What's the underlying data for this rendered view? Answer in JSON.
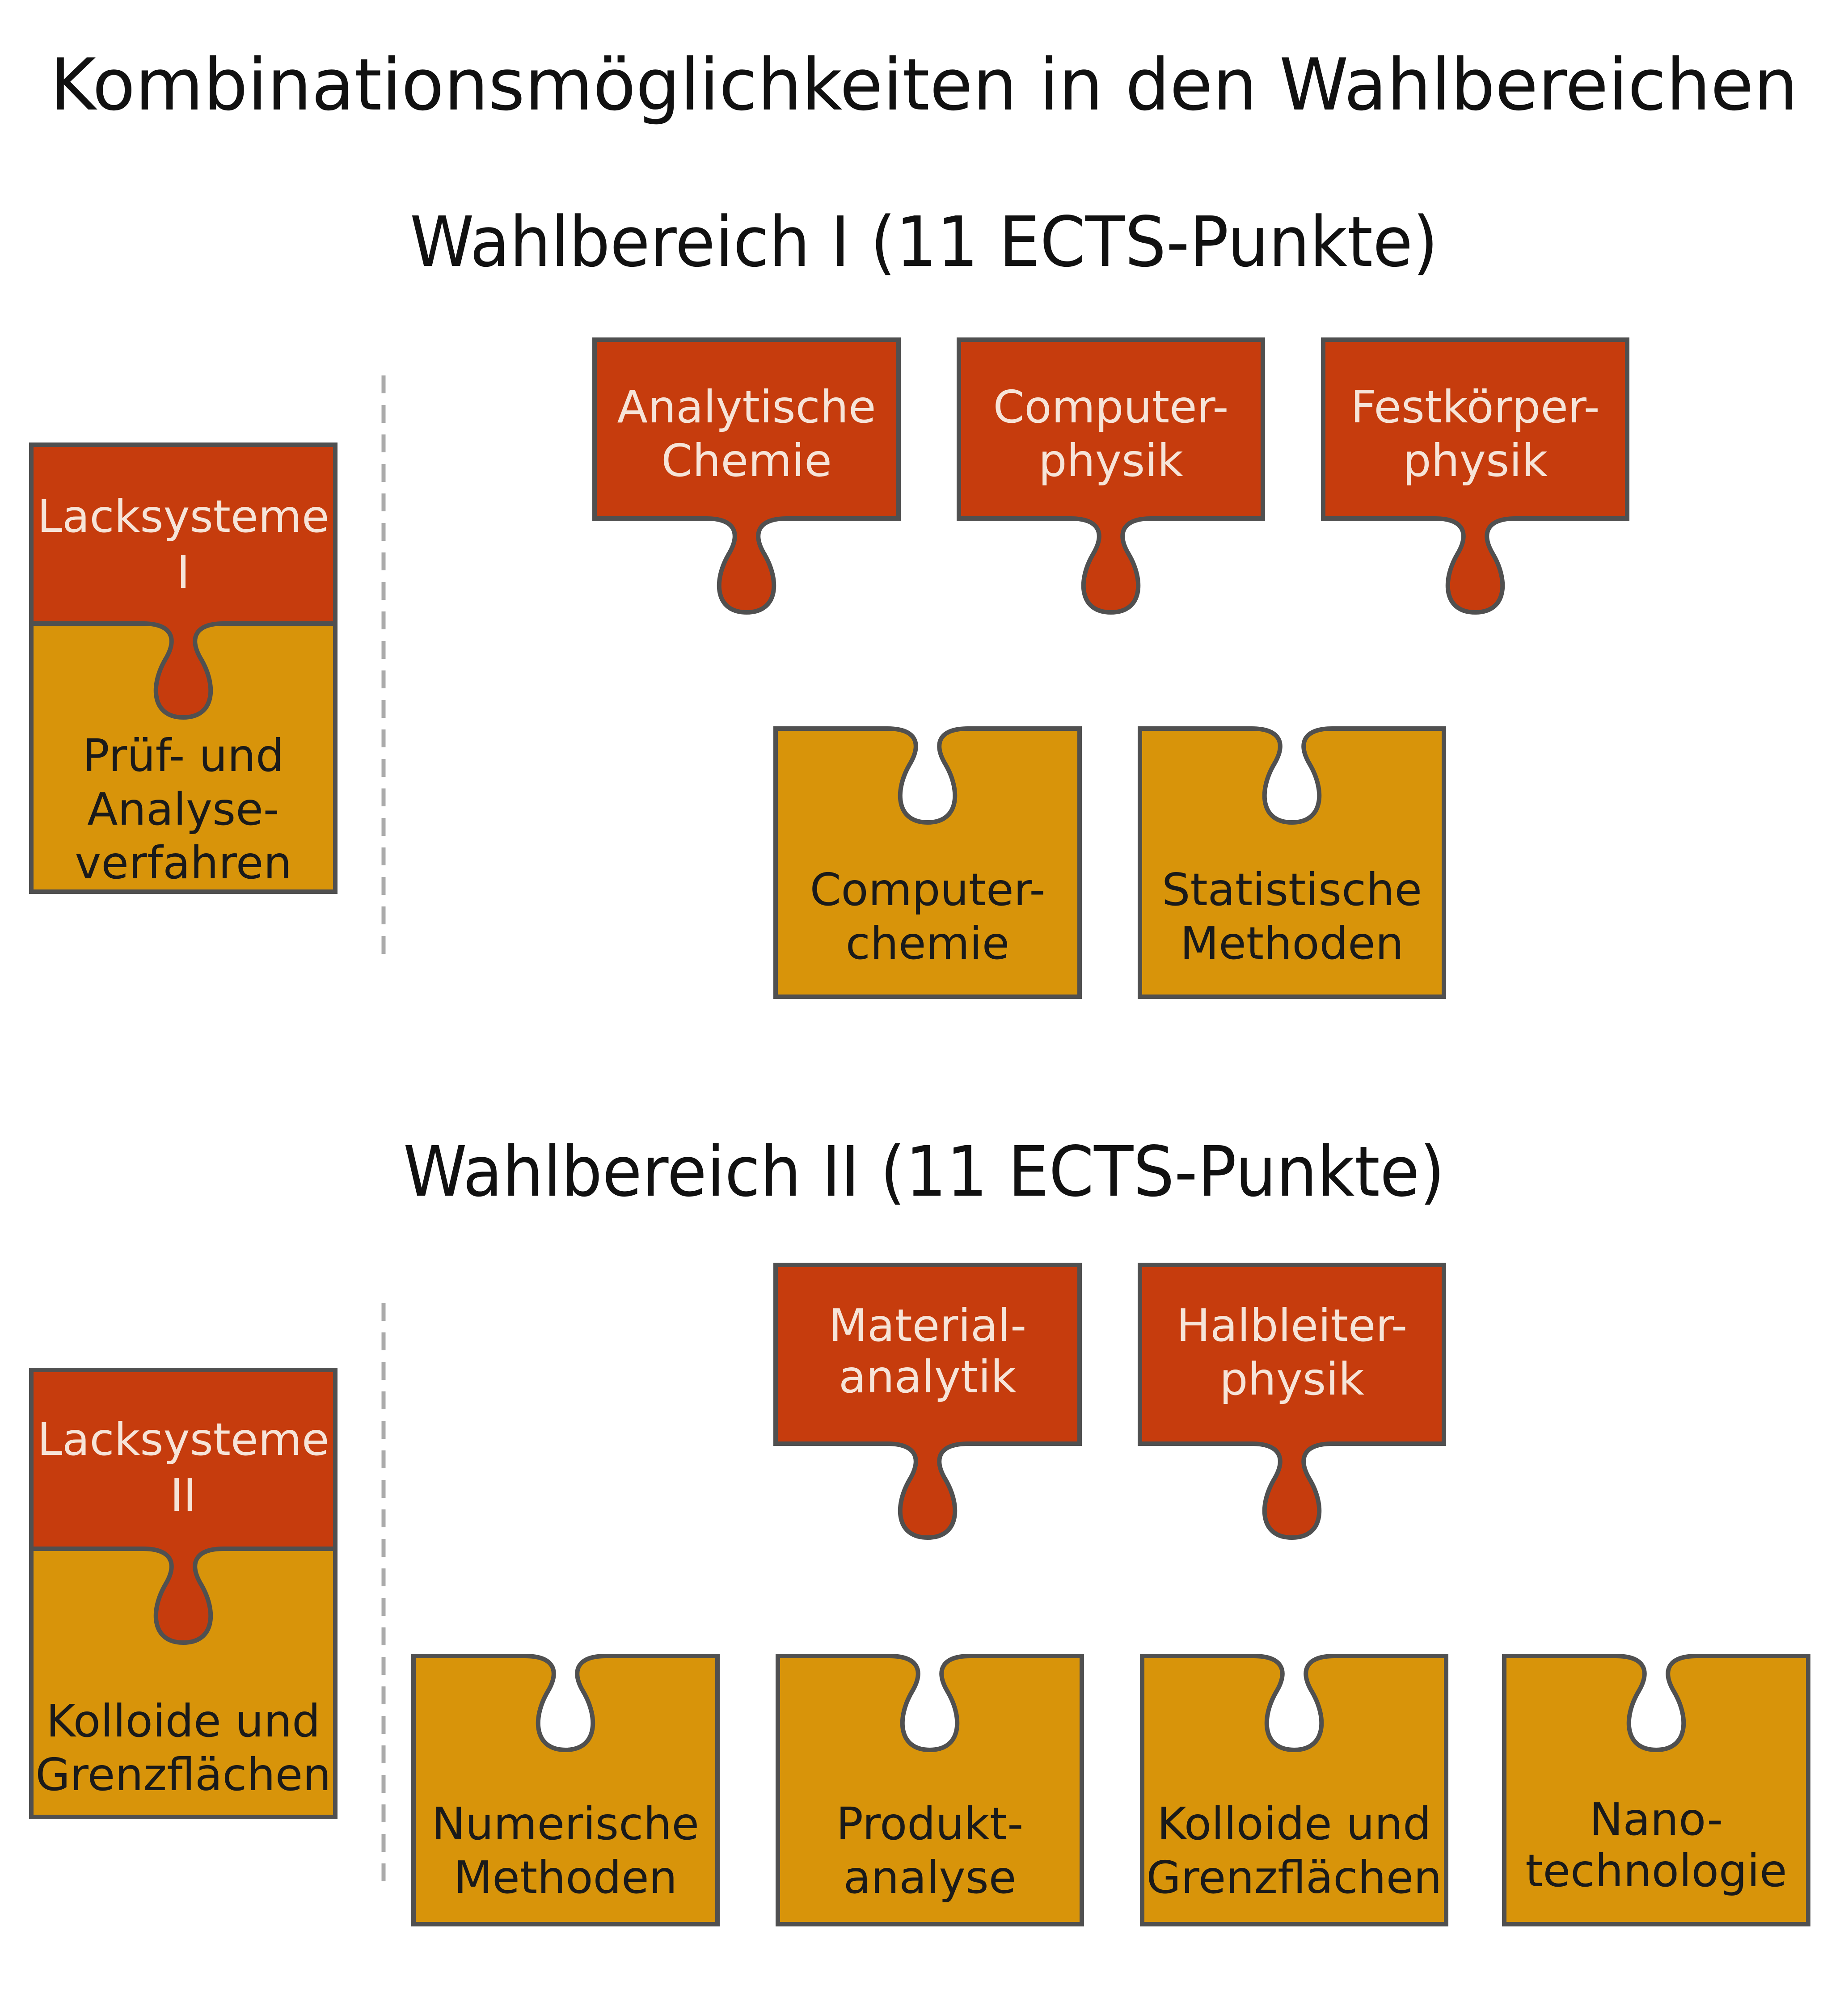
{
  "page": {
    "title": "Kombinationsmöglichkeiten in den Wahlbereichen"
  },
  "colors": {
    "red_piece": "#c63c0d",
    "orange_piece": "#d8940a",
    "outline": "#505050",
    "divider": "#aaaaaa",
    "light_text": "#f6e4d8",
    "dark_text": "#1a1a1a"
  },
  "sections": [
    {
      "heading": "Wahlbereich I (11 ECTS-Punkte)",
      "fixed_combo": {
        "top": {
          "line1": "Lacksysteme",
          "line2": "I"
        },
        "bottom": {
          "line1": "Prüf- und",
          "line2": "Analyse-",
          "line3": "verfahren"
        }
      },
      "options_top": [
        {
          "line1": "Analytische",
          "line2": "Chemie"
        },
        {
          "line1": "Computer-",
          "line2": "physik"
        },
        {
          "line1": "Festkörper-",
          "line2": "physik"
        }
      ],
      "options_bottom": [
        {
          "line1": "Computer-",
          "line2": "chemie"
        },
        {
          "line1": "Statistische",
          "line2": "Methoden"
        }
      ]
    },
    {
      "heading": "Wahlbereich II (11 ECTS-Punkte)",
      "fixed_combo": {
        "top": {
          "line1": "Lacksysteme",
          "line2": "II"
        },
        "bottom": {
          "line1": "Kolloide und",
          "line2": "Grenzflächen"
        }
      },
      "options_top": [
        {
          "line1": "Material-",
          "line2": "analytik"
        },
        {
          "line1": "Halbleiter-",
          "line2": "physik"
        }
      ],
      "options_bottom": [
        {
          "line1": "Numerische",
          "line2": "Methoden"
        },
        {
          "line1": "Produkt-",
          "line2": "analyse"
        },
        {
          "line1": "Kolloide und",
          "line2": "Grenzflächen"
        },
        {
          "line1": "Nano-",
          "line2": "technologie"
        }
      ]
    }
  ]
}
